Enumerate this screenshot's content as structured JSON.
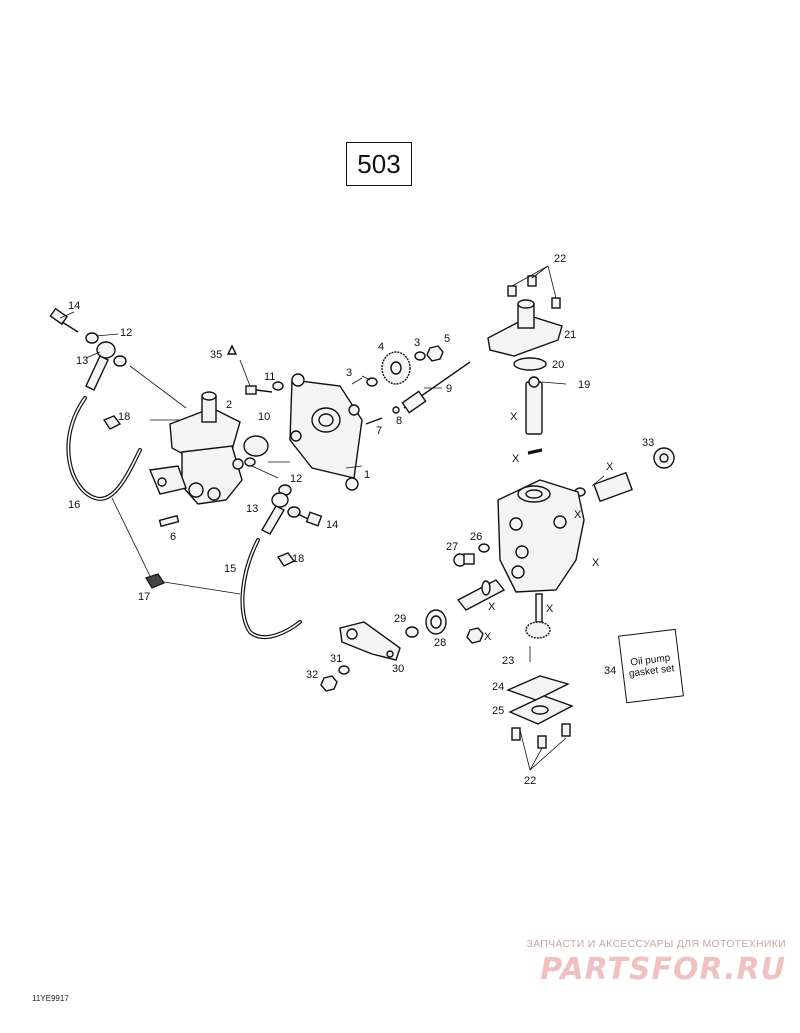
{
  "diagram": {
    "number": "503",
    "drawing_code": "11YE9917",
    "kit": {
      "number": "34",
      "line1": "Oil pump",
      "line2": "gasket set"
    },
    "watermark": {
      "top": "ЗАПЧАСТИ И АКСЕССУАРЫ ДЛЯ МОТОТЕХНИКИ",
      "brand": "PARTSFOR.RU"
    },
    "callouts": [
      "14",
      "12",
      "13",
      "35",
      "11",
      "10",
      "2",
      "18",
      "16",
      "6",
      "12",
      "13",
      "14",
      "15",
      "18",
      "17",
      "3",
      "5",
      "4",
      "3",
      "9",
      "8",
      "7",
      "1",
      "22",
      "21",
      "20",
      "19",
      "X",
      "X",
      "33",
      "X",
      "X",
      "X",
      "27",
      "26",
      "X",
      "X",
      "29",
      "28",
      "X",
      "30",
      "31",
      "32",
      "23",
      "24",
      "25",
      "22"
    ]
  }
}
